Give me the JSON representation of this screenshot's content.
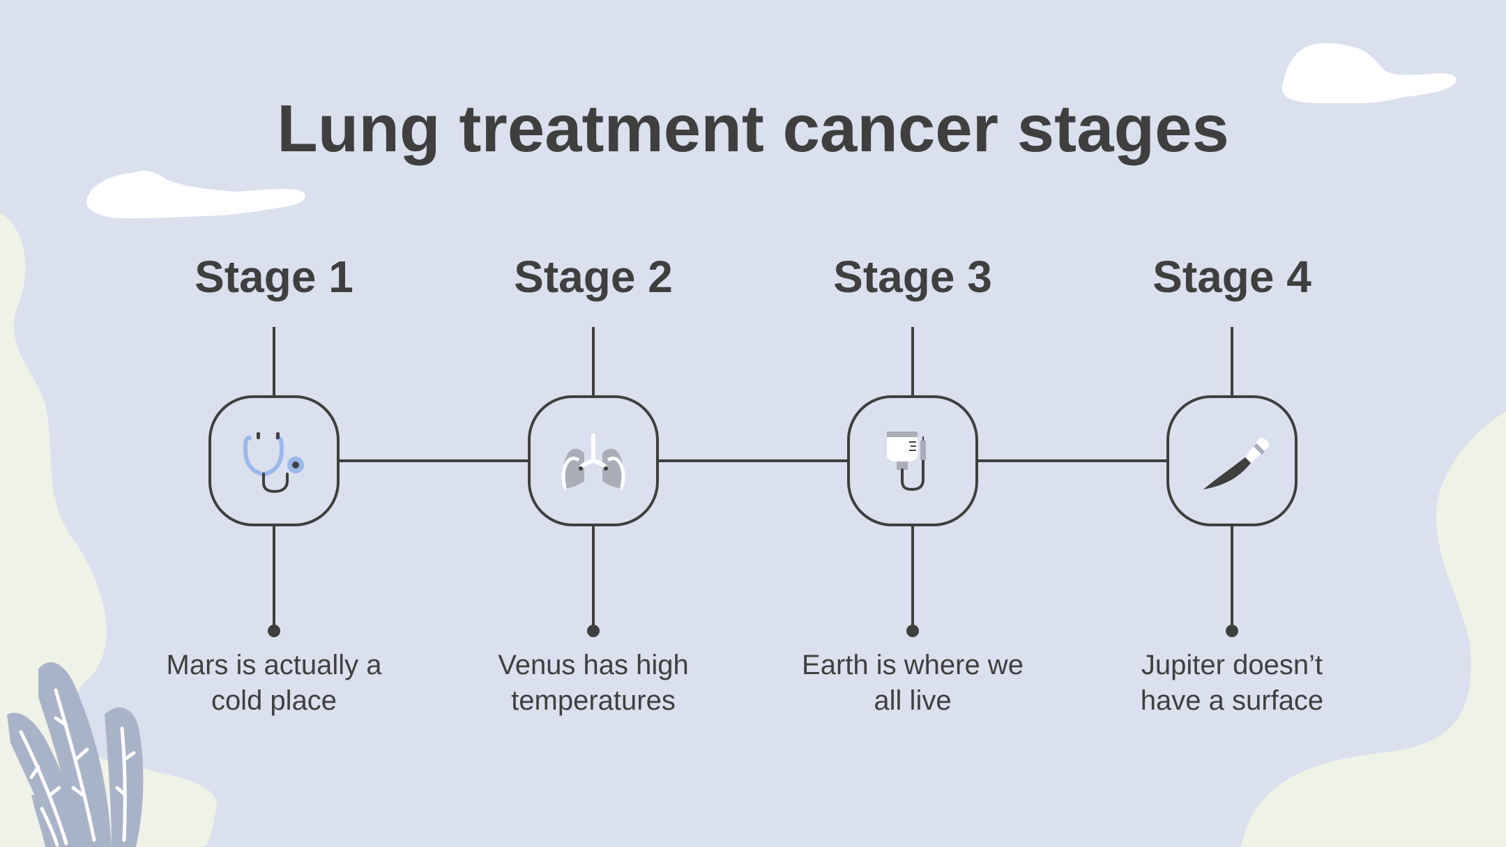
{
  "title": "Lung treatment cancer stages",
  "stages": [
    {
      "label": "Stage 1",
      "description": "Mars is actually a\ncold place",
      "icon": "stethoscope-icon"
    },
    {
      "label": "Stage 2",
      "description": "Venus has high\ntemperatures",
      "icon": "lungs-icon"
    },
    {
      "label": "Stage 3",
      "description": "Earth is where we\nall live",
      "icon": "iv-bag-icon"
    },
    {
      "label": "Stage 4",
      "description": "Jupiter doesn’t\nhave a surface",
      "icon": "scalpel-icon"
    }
  ],
  "colors": {
    "background": "#dae0ee",
    "accent_shape": "#eff2e6",
    "text": "#3f3f3f",
    "cloud": "#ffffff",
    "plant": "#a9b3c8",
    "icon_blue": "#9cb8ea",
    "icon_gray": "#a9adb8"
  }
}
